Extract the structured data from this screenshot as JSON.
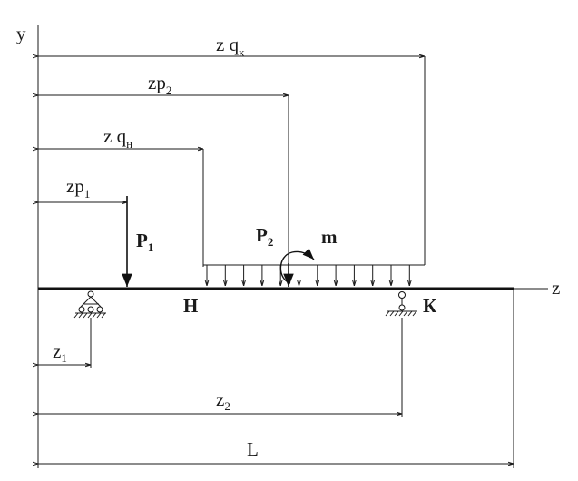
{
  "axes": {
    "y": "y",
    "z": "z"
  },
  "dims": {
    "zqk": {
      "main": "z q",
      "sub": "к"
    },
    "zp2": {
      "main": "zp",
      "sub": "2"
    },
    "zqn": {
      "main": "z q",
      "sub": "н"
    },
    "zp1": {
      "main": "zp",
      "sub": "1"
    },
    "z1": {
      "main": "z",
      "sub": "1"
    },
    "z2": {
      "main": "z",
      "sub": "2"
    },
    "L": "L"
  },
  "loads": {
    "p1": {
      "main": "P",
      "sub": "1"
    },
    "p2": {
      "main": "P",
      "sub": "2"
    },
    "m": "m"
  },
  "points": {
    "H": "Н",
    "K": "К"
  }
}
